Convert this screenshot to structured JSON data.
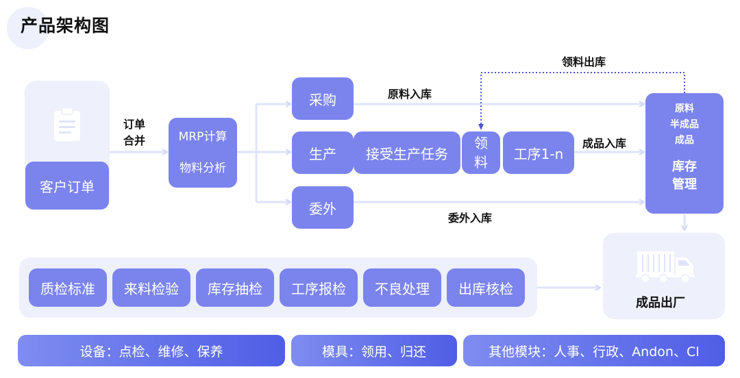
{
  "title": "产品架构图",
  "customer_order": "客户订单",
  "order_merge": [
    "订单",
    "合并"
  ],
  "mrp": {
    "line1": "MRP计算",
    "line2": "物料分析"
  },
  "branches": {
    "purchase": "采购",
    "production": "生产",
    "outsource": "委外"
  },
  "production_steps": {
    "accept_task": "接受生产任务",
    "pick_material": [
      "领",
      "料"
    ],
    "process": "工序1-n"
  },
  "flow_labels": {
    "raw_in": "原料入库",
    "finished_in": "成品入库",
    "outsource_in": "委外入库",
    "material_out": "领料出库"
  },
  "inventory": {
    "items": [
      "原料",
      "半成品",
      "成品"
    ],
    "name": [
      "库存",
      "管理"
    ]
  },
  "shipping": "成品出厂",
  "quality_items": [
    "质检标准",
    "来料检验",
    "库存抽检",
    "工序报检",
    "不良处理",
    "出库核检"
  ],
  "bottom_modules": [
    "设备：点检、维修、保养",
    "模具：领用、归还",
    "其他模块：人事、行政、Andon、CI"
  ],
  "colors": {
    "box": "#7b84ed",
    "panel": "#eef0fb",
    "line": "#dfe3fa",
    "dotted": "#4b55c9",
    "pill_start": "#7f8cf0",
    "pill_end": "#4f5ee6"
  }
}
